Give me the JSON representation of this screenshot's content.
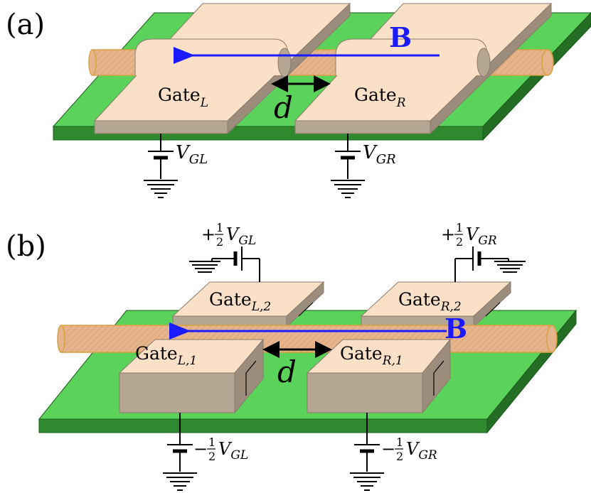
{
  "panels": {
    "a": {
      "label": "(a)",
      "gate_left": {
        "base": "Gate",
        "sub": "L"
      },
      "gate_right": {
        "base": "Gate",
        "sub": "R"
      },
      "separation": "d",
      "field": "B",
      "voltage_left": {
        "base": "V",
        "sub": "GL"
      },
      "voltage_right": {
        "base": "V",
        "sub": "GR"
      }
    },
    "b": {
      "label": "(b)",
      "gate_left_1": {
        "base": "Gate",
        "sub": "L,1"
      },
      "gate_left_2": {
        "base": "Gate",
        "sub": "L,2"
      },
      "gate_right_1": {
        "base": "Gate",
        "sub": "R,1"
      },
      "gate_right_2": {
        "base": "Gate",
        "sub": "R,2"
      },
      "separation": "d",
      "field": "B",
      "top_left_voltage": {
        "sign": "+",
        "num": "1",
        "den": "2",
        "base": "V",
        "sub": "GL"
      },
      "top_right_voltage": {
        "sign": "+",
        "num": "1",
        "den": "2",
        "base": "V",
        "sub": "GR"
      },
      "bottom_left_voltage": {
        "sign": "−",
        "num": "1",
        "den": "2",
        "base": "V",
        "sub": "GL"
      },
      "bottom_right_voltage": {
        "sign": "−",
        "num": "1",
        "den": "2",
        "base": "V",
        "sub": "GR"
      }
    }
  },
  "colors": {
    "substrate_top": "#5bd35b",
    "substrate_side": "#2f8a2f",
    "gate_top": "#fbe0c8",
    "gate_side": "#b5a694",
    "nanowire": "#e6b48c",
    "nanowire_stroke": "#d9a040",
    "field_arrow": "#1a1aff"
  }
}
